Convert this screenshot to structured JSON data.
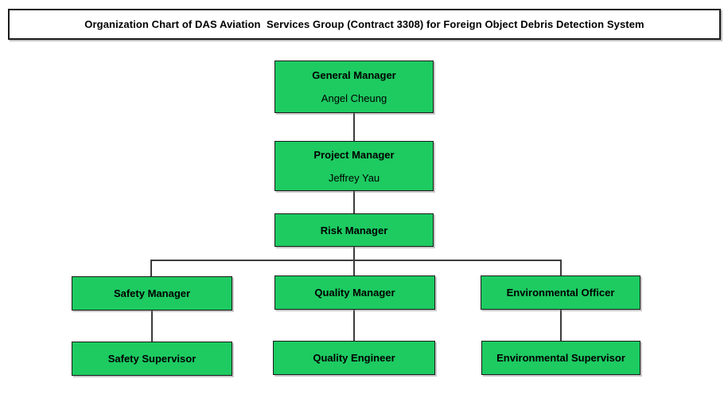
{
  "title": "Organization Chart of DAS Aviation  Services Group (Contract 3308) for Foreign Object Debris Detection System",
  "colors": {
    "background": "#ffffff",
    "box_fill": "#1dcb61",
    "box_border": "#1a1a1a",
    "line": "#3c3c3c"
  },
  "nodes": [
    {
      "id": "general-manager",
      "role": "General Manager",
      "person": "Angel Cheung"
    },
    {
      "id": "project-manager",
      "role": "Project Manager",
      "person": "Jeffrey Yau"
    },
    {
      "id": "risk-manager",
      "role": "Risk Manager"
    },
    {
      "id": "safety-manager",
      "role": "Safety Manager"
    },
    {
      "id": "quality-manager",
      "role": "Quality Manager"
    },
    {
      "id": "environmental-officer",
      "role": "Environmental Officer"
    },
    {
      "id": "safety-supervisor",
      "role": "Safety Supervisor"
    },
    {
      "id": "quality-engineer",
      "role": "Quality Engineer"
    },
    {
      "id": "environmental-supervisor",
      "role": "Environmental Supervisor"
    }
  ],
  "edges": [
    {
      "from": "general-manager",
      "to": "project-manager"
    },
    {
      "from": "project-manager",
      "to": "risk-manager"
    },
    {
      "from": "risk-manager",
      "to": "safety-manager"
    },
    {
      "from": "risk-manager",
      "to": "quality-manager"
    },
    {
      "from": "risk-manager",
      "to": "environmental-officer"
    },
    {
      "from": "safety-manager",
      "to": "safety-supervisor"
    },
    {
      "from": "quality-manager",
      "to": "quality-engineer"
    },
    {
      "from": "environmental-officer",
      "to": "environmental-supervisor"
    }
  ]
}
